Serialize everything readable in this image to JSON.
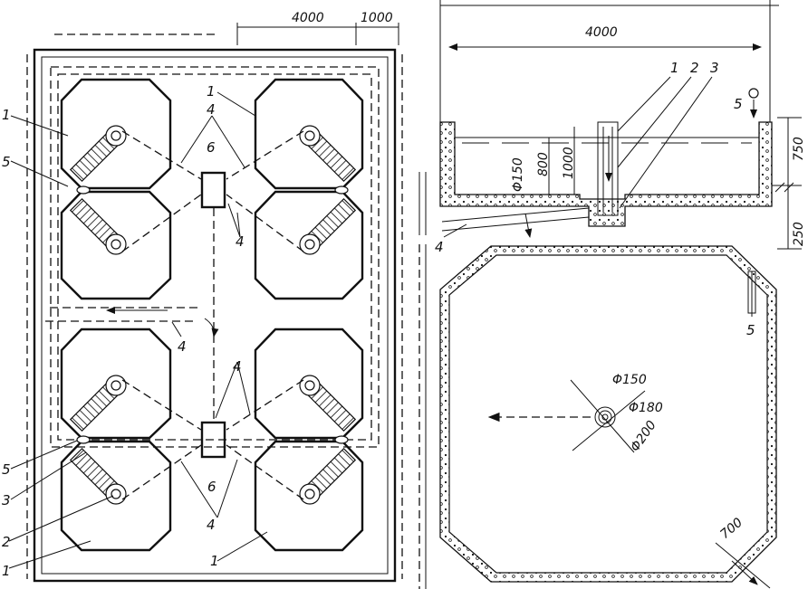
{
  "plan": {
    "dims": {
      "width": "4000",
      "gap": "1000"
    },
    "labels": {
      "tank": "1",
      "collector": "2",
      "stand": "3",
      "channel": "4",
      "valve": "5",
      "well": "6"
    }
  },
  "section": {
    "dims": {
      "width": "4000",
      "pipe_dia": "Φ150",
      "h_800": "800",
      "h_1000": "1000",
      "h_750": "750",
      "h_250": "250"
    },
    "labels": {
      "n1": "1",
      "n2": "2",
      "n3": "3",
      "n4": "4",
      "n5": "5"
    }
  },
  "tank_plan": {
    "dims": {
      "d150": "Φ150",
      "d180": "Φ180",
      "d200": "Φ200",
      "chamfer": "700"
    },
    "labels": {
      "n5": "5"
    }
  }
}
